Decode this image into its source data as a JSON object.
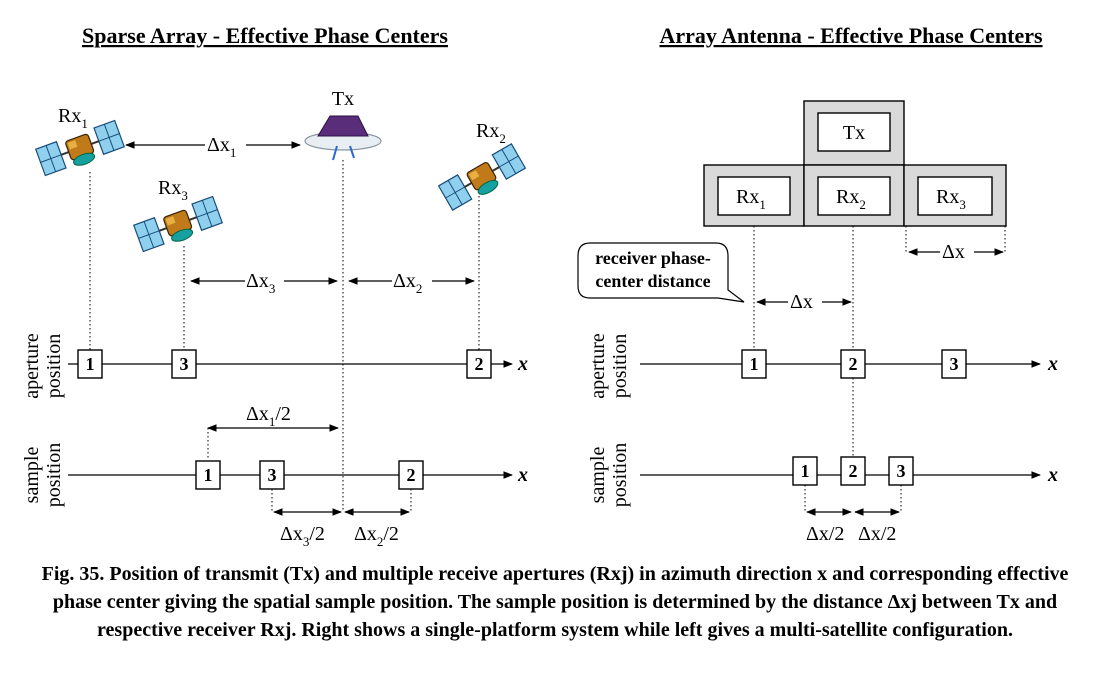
{
  "left": {
    "title": "Sparse Array - Effective Phase Centers",
    "tx_label": "Tx",
    "rx1_label": "Rx",
    "rx2_label": "Rx",
    "rx3_label": "Rx",
    "rx1_sub": "1",
    "rx2_sub": "2",
    "rx3_sub": "3",
    "dx1": "Δx",
    "dx1_sub": "1",
    "dx2": "Δx",
    "dx2_sub": "2",
    "dx3": "Δx",
    "dx3_sub": "3",
    "dx1_half": "Δx",
    "dx1_half_sub": "1",
    "dx1_half_suffix": "/2",
    "dx3_half": "Δx",
    "dx3_half_sub": "3",
    "dx3_half_suffix": "/2",
    "dx2_half": "Δx",
    "dx2_half_sub": "2",
    "dx2_half_suffix": "/2",
    "aperture_label_1": "aperture",
    "aperture_label_2": "position",
    "sample_label_1": "sample",
    "sample_label_2": "position",
    "aperture_boxes": [
      "1",
      "3",
      "2"
    ],
    "sample_boxes": [
      "1",
      "3",
      "2"
    ],
    "axis_x": "x"
  },
  "right": {
    "title": "Array Antenna - Effective Phase Centers",
    "tx_label": "Tx",
    "rx1_label": "Rx",
    "rx1_sub": "1",
    "rx2_label": "Rx",
    "rx2_sub": "2",
    "rx3_label": "Rx",
    "rx3_sub": "3",
    "dx_top": "Δx",
    "dx_mid": "Δx",
    "callout_1": "receiver phase-",
    "callout_2": "center distance",
    "aperture_label_1": "aperture",
    "aperture_label_2": "position",
    "sample_label_1": "sample",
    "sample_label_2": "position",
    "aperture_boxes": [
      "1",
      "2",
      "3"
    ],
    "sample_boxes": [
      "1",
      "2",
      "3"
    ],
    "dx_half_1": "Δx/2",
    "dx_half_2": "Δx/2",
    "axis_x": "x"
  },
  "caption": "Fig. 35.  Position of transmit (Tx) and multiple receive apertures (Rxj) in azimuth direction x and corresponding effective phase center giving the spatial sample position. The sample position is determined by the distance Δxj between Tx and respective receiver Rxj. Right shows a single-platform system while left gives a multi-satellite configuration."
}
